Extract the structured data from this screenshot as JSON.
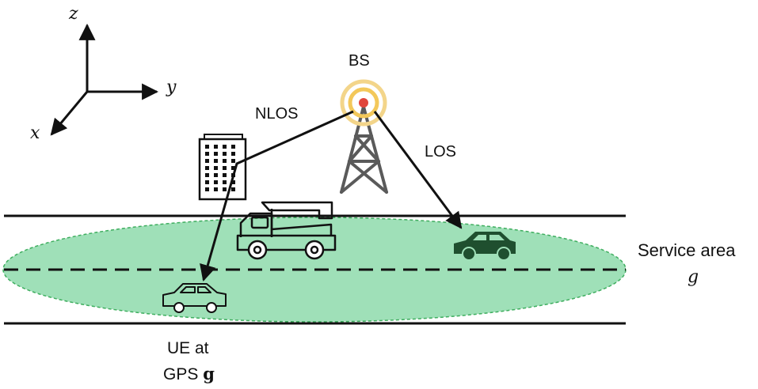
{
  "axes": {
    "x_label": "x",
    "y_label": "y",
    "z_label": "z"
  },
  "base_station": {
    "label": "BS"
  },
  "links": {
    "nlos_label": "NLOS",
    "los_label": "LOS"
  },
  "service_area": {
    "label": "Service area",
    "symbol": "g"
  },
  "ue": {
    "line1": "UE at",
    "line2_prefix": "GPS ",
    "line2_symbol": "g"
  },
  "colors": {
    "area_fill": "#9fe0b8",
    "area_border": "#3fae5f",
    "line": "#111111",
    "tower": "#5a5a5a",
    "signal_ring": "#f3c85a",
    "signal_dot": "#e0463c",
    "los_car": "#1f4f2f"
  },
  "icons": {
    "building": "building-icon",
    "tower": "tower-icon",
    "truck": "truck-icon",
    "car_los": "car-icon",
    "car_ue": "car-icon"
  }
}
